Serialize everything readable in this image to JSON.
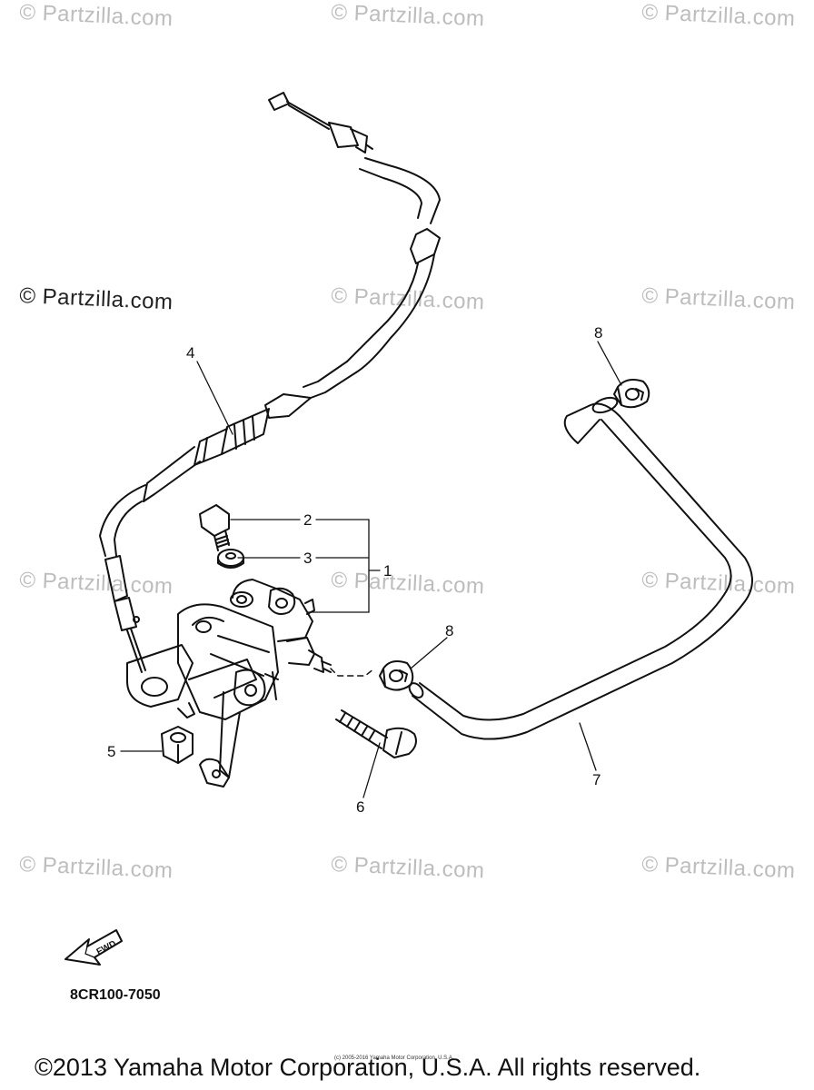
{
  "watermarks": [
    {
      "text": "© Partzilla.com",
      "style": "light"
    },
    {
      "text": "© Partzilla.com",
      "style": "light"
    },
    {
      "text": "© Partzilla.com",
      "style": "light"
    },
    {
      "text": "© Partzilla.com",
      "style": "dark"
    },
    {
      "text": "© Partzilla.com",
      "style": "light"
    },
    {
      "text": "© Partzilla.com",
      "style": "light"
    },
    {
      "text": "© Partzilla.com",
      "style": "light"
    },
    {
      "text": "© Partzilla.com",
      "style": "light"
    },
    {
      "text": "© Partzilla.com",
      "style": "light"
    },
    {
      "text": "© Partzilla.com",
      "style": "light"
    },
    {
      "text": "© Partzilla.com",
      "style": "light"
    },
    {
      "text": "© Partzilla.com",
      "style": "light"
    }
  ],
  "callouts": [
    "1",
    "2",
    "3",
    "4",
    "5",
    "6",
    "7",
    "8",
    "8"
  ],
  "fwd_label": "FWD",
  "diagram_code": "8CR100-7050",
  "tiny_copyright": "(c) 2005-2016 Yamaha Motor Corporation, U.S.A.",
  "copyright": "©2013 Yamaha Motor Corporation, U.S.A. All rights reserved."
}
